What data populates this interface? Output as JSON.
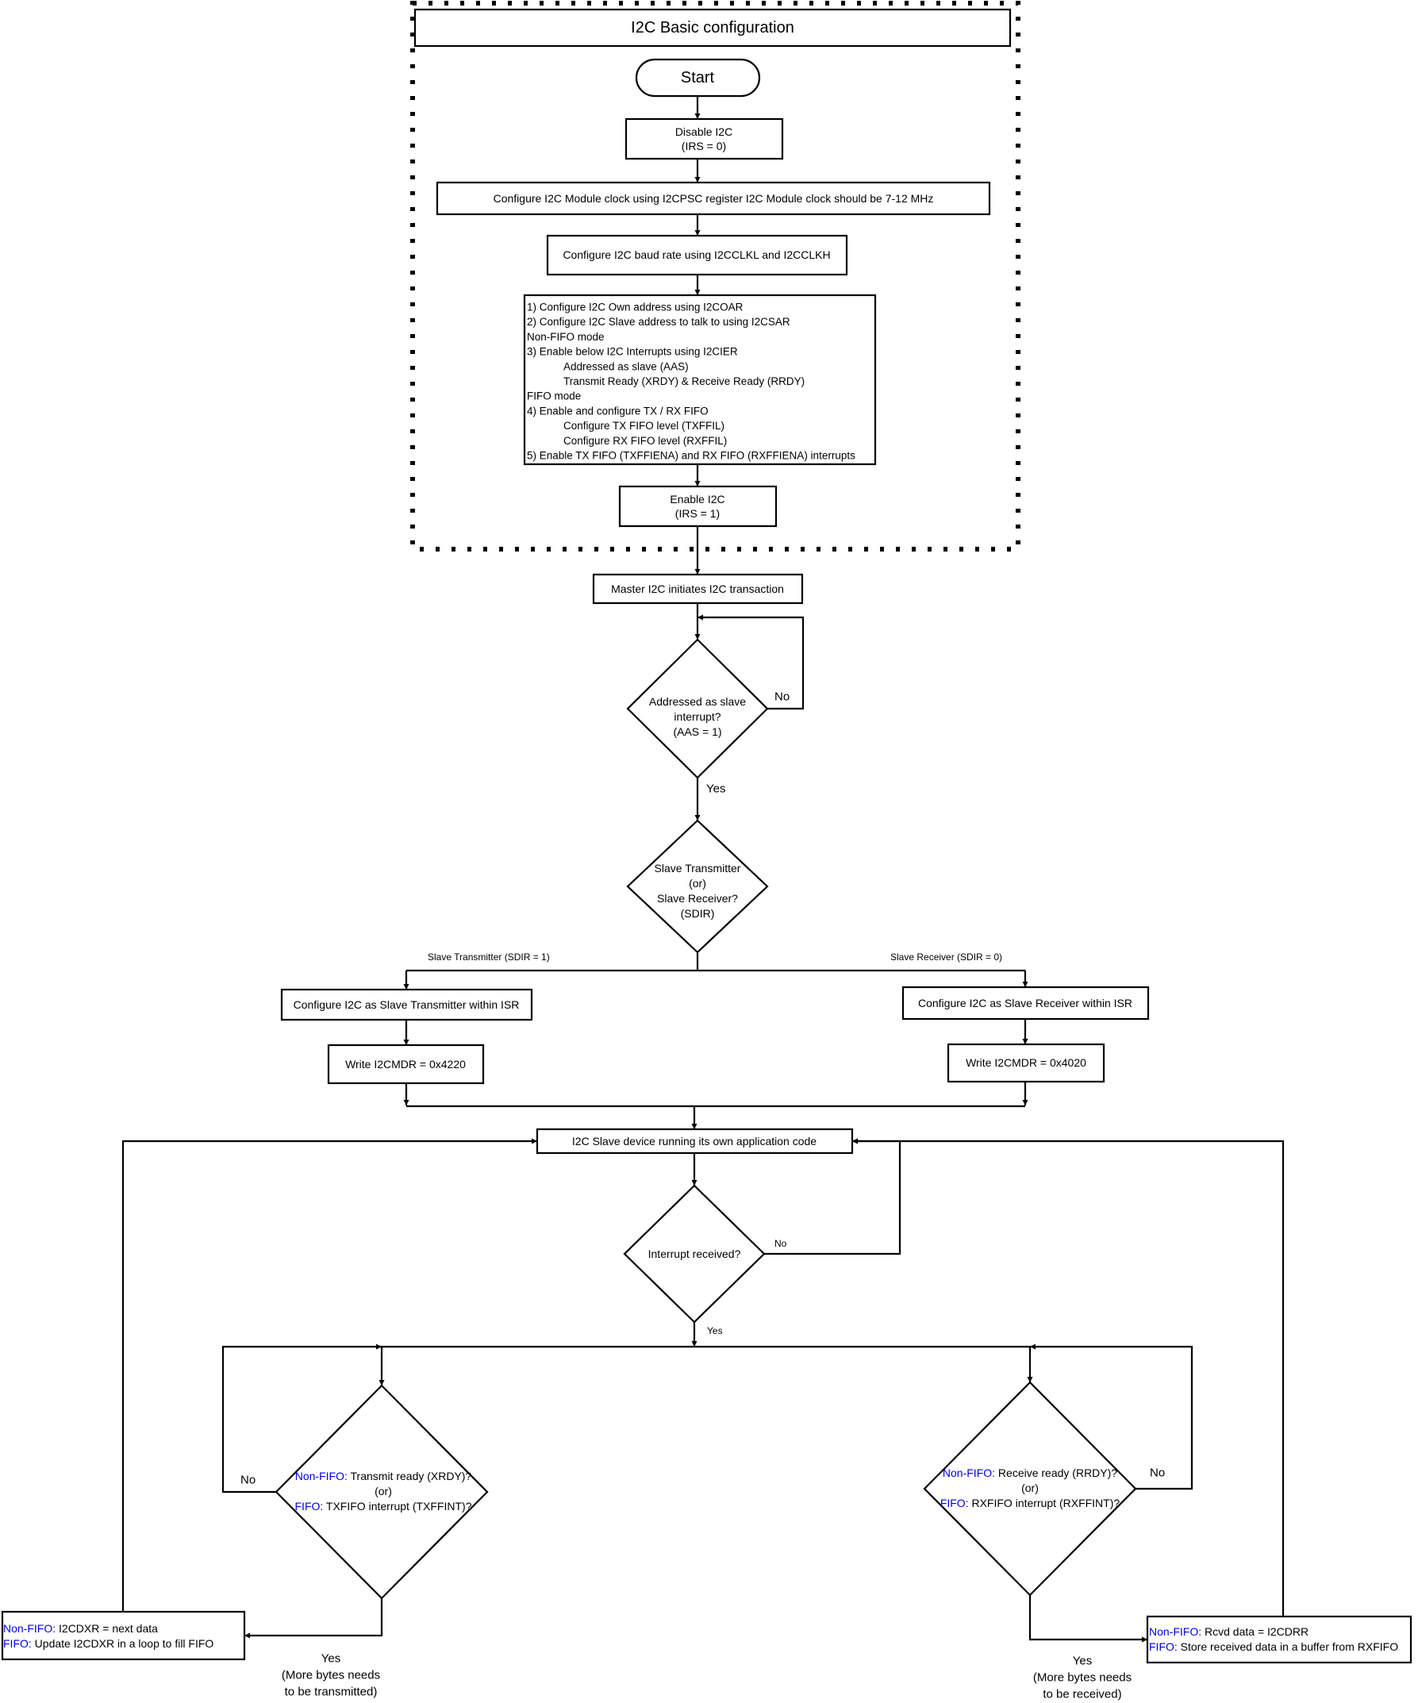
{
  "header": {
    "title": "I2C Basic configuration"
  },
  "steps": {
    "start": "Start",
    "disable": [
      "Disable I2C",
      "(IRS = 0)"
    ],
    "module_clock": "Configure I2C Module clock using I2CPSC register I2C Module clock should be 7-12 MHz",
    "baud_rate": "Configure I2C baud rate using I2CCLKL and I2CCLKH",
    "config_list": [
      {
        "text": "1) Configure I2C Own address using I2COAR",
        "indent": false,
        "highlight": false
      },
      {
        "text": "2) Configure I2C Slave address to talk to using I2CSAR",
        "indent": false,
        "highlight": false
      },
      {
        "text": "Non-FIFO mode",
        "indent": false,
        "highlight": true
      },
      {
        "text": "3) Enable below I2C Interrupts using I2CIER",
        "indent": false,
        "highlight": false
      },
      {
        "text": "Addressed as slave (AAS)",
        "indent": true,
        "highlight": false
      },
      {
        "text": "Transmit Ready (XRDY) & Receive Ready (RRDY)",
        "indent": true,
        "highlight": false
      },
      {
        "text": "FIFO mode",
        "indent": false,
        "highlight": true
      },
      {
        "text": "4) Enable and configure TX / RX FIFO",
        "indent": false,
        "highlight": false
      },
      {
        "text": "Configure TX FIFO level (TXFFIL)",
        "indent": true,
        "highlight": false
      },
      {
        "text": "Configure RX FIFO level (RXFFIL)",
        "indent": true,
        "highlight": false
      },
      {
        "text": "5) Enable TX FIFO (TXFFIENA) and RX FIFO (RXFFIENA) interrupts",
        "indent": false,
        "highlight": false
      }
    ],
    "enable": [
      "Enable I2C",
      "(IRS = 1)"
    ],
    "master_init": "Master I2C initiates I2C transaction",
    "addressed_decision": [
      "Addressed as slave",
      "interrupt?",
      "(AAS = 1)"
    ],
    "direction_decision": [
      "Slave Transmitter",
      "(or)",
      "Slave Receiver?",
      "(SDIR)"
    ],
    "transmitter_branch": "Slave Transmitter (SDIR = 1)",
    "receiver_branch": "Slave Receiver (SDIR = 0)",
    "config_transmitter": "Configure I2C as Slave Transmitter within ISR",
    "config_receiver": "Configure I2C as Slave Receiver within ISR",
    "write_tx": "Write I2CMDR = 0x4220",
    "write_rx": "Write I2CMDR = 0x4020",
    "app_code": "I2C Slave device running its own application code",
    "interrupt_decision": "Interrupt received?",
    "tx_decision": {
      "line1_prefix": "Non-FIFO:",
      "line1_text": " Transmit ready (XRDY)?",
      "line2": "(or)",
      "line3_prefix": "FIFO:",
      "line3_text": " TXFIFO interrupt (TXFFINT)?"
    },
    "rx_decision": {
      "line1_prefix": "Non-FIFO:",
      "line1_text": " Receive ready (RRDY)?",
      "line2": "(or)",
      "line3_prefix": "FIFO:",
      "line3_text": " RXFIFO interrupt (RXFFINT)?"
    },
    "tx_action": {
      "line1_prefix": "Non-FIFO:",
      "line1_text": " I2CDXR = next data",
      "line2_prefix": "FIFO:",
      "line2_text": " Update I2CDXR in a loop to fill FIFO"
    },
    "rx_action": {
      "line1_prefix": "Non-FIFO:",
      "line1_text": " Rcvd data = I2CDRR",
      "line2_prefix": "FIFO:",
      "line2_text": " Store received data in a buffer from RXFIFO"
    }
  },
  "labels": {
    "no": "No",
    "yes": "Yes",
    "tx_more": [
      "Yes",
      "(More bytes needs",
      "to be transmitted)"
    ],
    "rx_more": [
      "Yes",
      "(More bytes needs",
      "to be received)"
    ]
  },
  "colors": {
    "accent": "#0000e0",
    "line": "#000000",
    "background": "#ffffff"
  }
}
